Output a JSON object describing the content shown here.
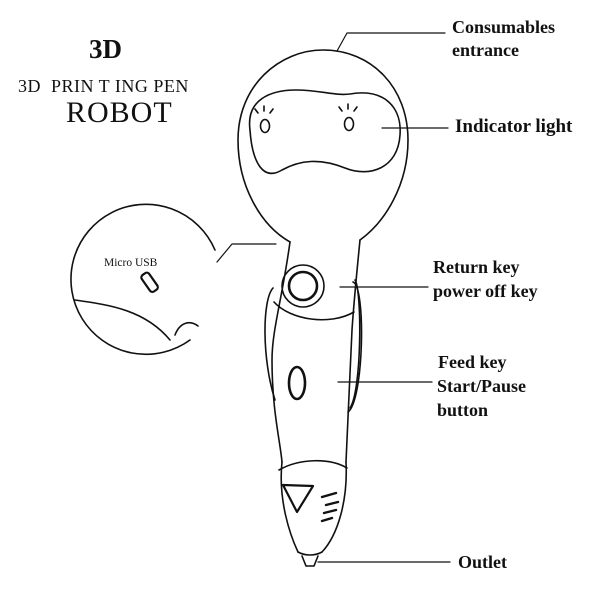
{
  "header": {
    "title": "3D",
    "subtitle": "3D  PRIN T ING PEN",
    "product": "ROBOT"
  },
  "labels": {
    "consumables_line1": "Consumables",
    "consumables_line2": "entrance",
    "indicator": "Indicator light",
    "return_line1": "Return key",
    "return_line2": "power off key",
    "feed_line1": "Feed key",
    "feed_line2": "Start/Pause",
    "feed_line3": "button",
    "outlet": "Outlet",
    "usb": "Micro USB"
  },
  "colors": {
    "stroke": "#111111",
    "background": "#ffffff"
  }
}
